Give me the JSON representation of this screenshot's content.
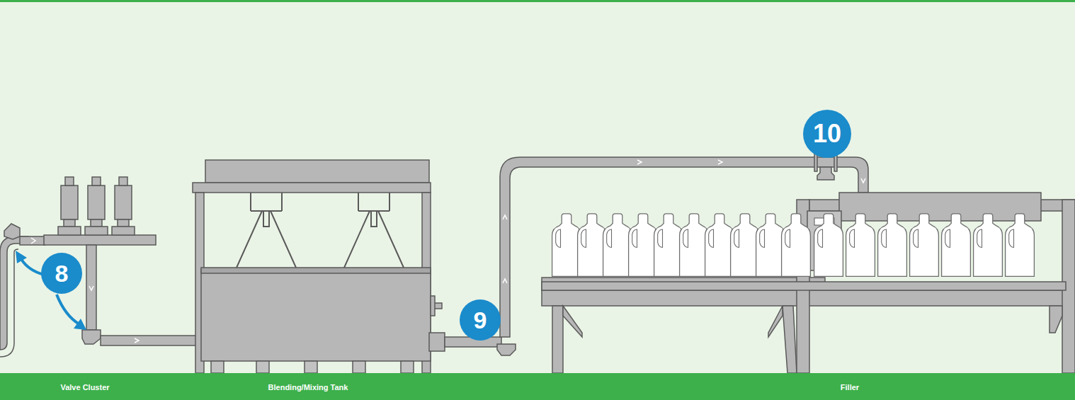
{
  "diagram": {
    "nodes": [
      {
        "text": [
          "8"
        ]
      },
      {
        "text": [
          "9"
        ]
      },
      {
        "text": [
          "10"
        ]
      },
      {
        "text": [
          "Valve Cluster",
          "Blending/Mixing Tank",
          "Filler"
        ]
      }
    ]
  }
}
